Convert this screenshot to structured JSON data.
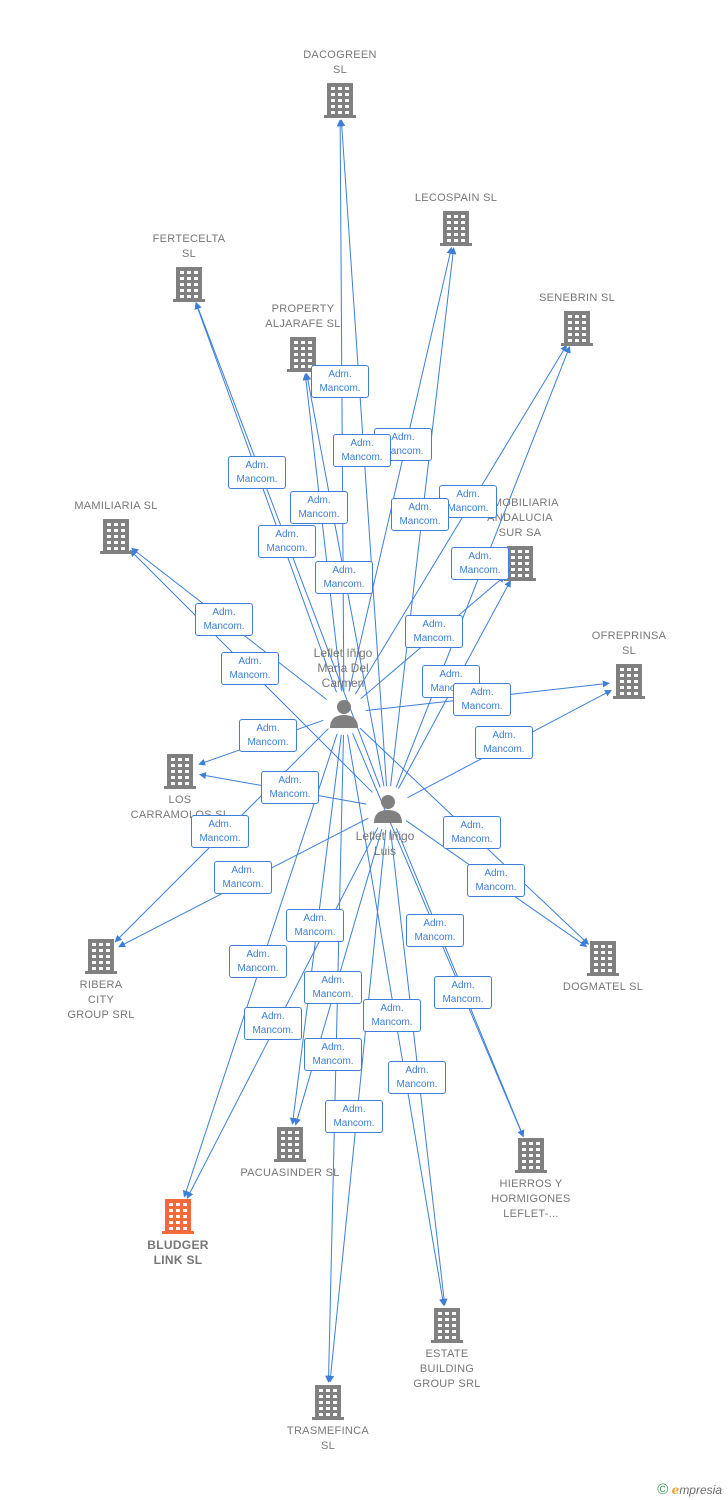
{
  "relation_label": "Adm.\nMancom.",
  "persons": [
    {
      "id": "p1",
      "label": "Leflet Iñigo\nMaria Del\nCarmen"
    },
    {
      "id": "p2",
      "label": "Leflet Iñigo\nLuis"
    }
  ],
  "companies": [
    {
      "id": "dacogreen",
      "label": "DACOGREEN\nSL"
    },
    {
      "id": "lecospain",
      "label": "LECOSPAIN  SL"
    },
    {
      "id": "fertecelta",
      "label": "FERTECELTA\nSL"
    },
    {
      "id": "property",
      "label": "PROPERTY\nALJARAFE  SL"
    },
    {
      "id": "senebrin",
      "label": "SENEBRIN SL"
    },
    {
      "id": "mamiliaria",
      "label": "MAMILIARIA SL"
    },
    {
      "id": "inmobiliaria",
      "label": "INMOBILIARIA\nANDALUCIA\nSUR SA"
    },
    {
      "id": "ofreprinsa",
      "label": "OFREPRINSA\nSL"
    },
    {
      "id": "carramolos",
      "label": "LOS\nCARRAMOLOS SL"
    },
    {
      "id": "ribera",
      "label": "RIBERA\nCITY\nGROUP SRL"
    },
    {
      "id": "dogmatel",
      "label": "DOGMATEL SL"
    },
    {
      "id": "pacuasinder",
      "label": "PACUASINDER SL"
    },
    {
      "id": "hierros",
      "label": "HIERROS Y\nHORMIGONES\nLEFLET-..."
    },
    {
      "id": "bludger",
      "label": "BLUDGER\nLINK  SL",
      "highlight": true
    },
    {
      "id": "estate",
      "label": "ESTATE\nBUILDING\nGROUP SRL"
    },
    {
      "id": "trasmefinca",
      "label": "TRASMEFINCA\nSL"
    }
  ],
  "edges": [
    {
      "from": "p1",
      "to": "dacogreen"
    },
    {
      "from": "p2",
      "to": "dacogreen"
    },
    {
      "from": "p1",
      "to": "lecospain"
    },
    {
      "from": "p2",
      "to": "lecospain"
    },
    {
      "from": "p1",
      "to": "fertecelta"
    },
    {
      "from": "p2",
      "to": "fertecelta"
    },
    {
      "from": "p1",
      "to": "property"
    },
    {
      "from": "p2",
      "to": "property"
    },
    {
      "from": "p1",
      "to": "senebrin"
    },
    {
      "from": "p2",
      "to": "senebrin"
    },
    {
      "from": "p1",
      "to": "mamiliaria"
    },
    {
      "from": "p2",
      "to": "mamiliaria"
    },
    {
      "from": "p1",
      "to": "inmobiliaria"
    },
    {
      "from": "p2",
      "to": "inmobiliaria"
    },
    {
      "from": "p1",
      "to": "ofreprinsa"
    },
    {
      "from": "p2",
      "to": "ofreprinsa"
    },
    {
      "from": "p1",
      "to": "carramolos"
    },
    {
      "from": "p2",
      "to": "carramolos"
    },
    {
      "from": "p1",
      "to": "ribera"
    },
    {
      "from": "p2",
      "to": "ribera"
    },
    {
      "from": "p1",
      "to": "dogmatel"
    },
    {
      "from": "p2",
      "to": "dogmatel"
    },
    {
      "from": "p1",
      "to": "pacuasinder"
    },
    {
      "from": "p2",
      "to": "pacuasinder"
    },
    {
      "from": "p1",
      "to": "hierros"
    },
    {
      "from": "p2",
      "to": "hierros"
    },
    {
      "from": "p1",
      "to": "bludger"
    },
    {
      "from": "p2",
      "to": "bludger"
    },
    {
      "from": "p1",
      "to": "estate"
    },
    {
      "from": "p2",
      "to": "estate"
    },
    {
      "from": "p1",
      "to": "trasmefinca"
    },
    {
      "from": "p2",
      "to": "trasmefinca"
    }
  ],
  "colors": {
    "edge": "#3d7fd8",
    "company_icon": "#808080",
    "company_icon_highlight": "#f26a3a",
    "person_icon": "#808080"
  },
  "brand": {
    "copyright": "©",
    "initial": "e",
    "rest": "mpresia"
  }
}
